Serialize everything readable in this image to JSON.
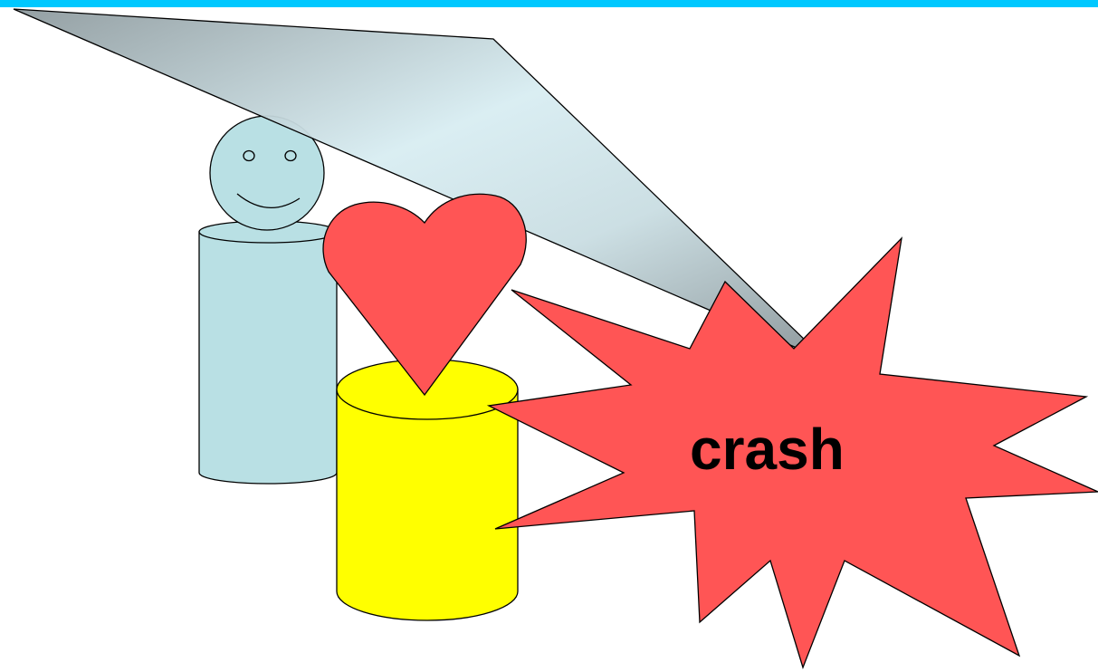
{
  "slide": {
    "accent_bar_color": "#00c8ff"
  },
  "shapes": {
    "person": {
      "head_icon": "smiley-face",
      "body_icon": "cylinder",
      "fill": "#b9e0e4"
    },
    "heart": {
      "icon": "heart",
      "fill": "#ff5555"
    },
    "yellow_cylinder": {
      "icon": "cylinder",
      "fill": "#ffff00"
    },
    "falling_panel": {
      "icon": "gradient-plane",
      "fill_light": "#d8edf2",
      "fill_dark": "#8e9a9e"
    },
    "burst": {
      "icon": "explosion-burst",
      "fill": "#ff5555",
      "label": "crash"
    }
  }
}
